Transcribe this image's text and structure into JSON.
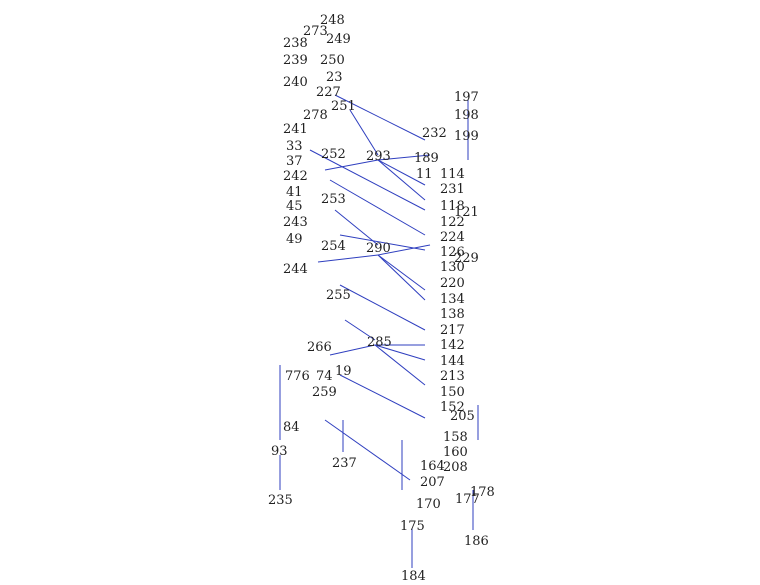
{
  "colors": {
    "edge": "#2f3fbf",
    "label": "#222222",
    "background": "#ffffff"
  },
  "nodes": [
    "248",
    "273",
    "238",
    "249",
    "239",
    "250",
    "240",
    "227",
    "23",
    "251",
    "278",
    "252",
    "241",
    "33",
    "37",
    "242",
    "41",
    "45",
    "243",
    "253",
    "49",
    "254",
    "244",
    "255",
    "197",
    "198",
    "199",
    "293",
    "189",
    "11",
    "114",
    "231",
    "118",
    "121",
    "290",
    "122",
    "224",
    "126",
    "229",
    "130",
    "220",
    "134",
    "138",
    "217",
    "285",
    "142",
    "144",
    "213",
    "150",
    "152",
    "205",
    "158",
    "160",
    "164",
    "208",
    "207",
    "170",
    "175",
    "177",
    "178",
    "186",
    "184",
    "235",
    "237",
    "93",
    "84",
    "259",
    "19",
    "266",
    "776",
    "74",
    "232"
  ],
  "hubs": [
    "293",
    "290",
    "285"
  ]
}
